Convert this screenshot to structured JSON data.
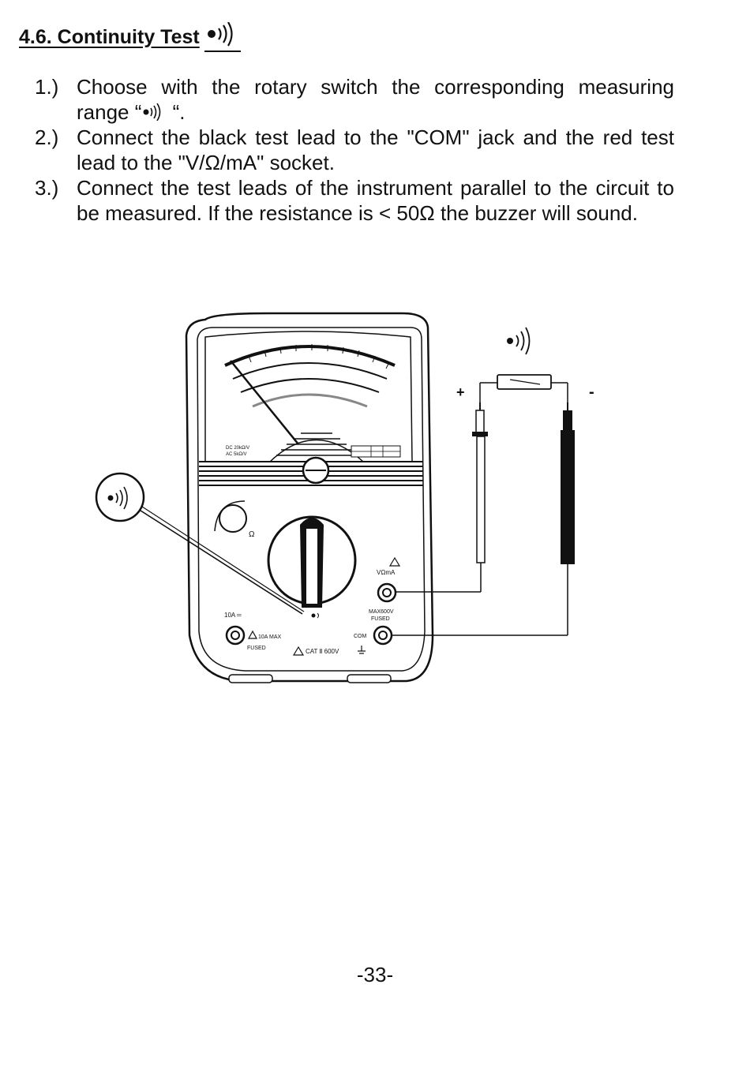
{
  "heading": {
    "title": "4.6. Continuity Test",
    "icon": "buzzer-icon"
  },
  "steps": [
    {
      "num": "1.)",
      "before": "Choose with the rotary switch the corresponding measuring range “",
      "after": " “."
    },
    {
      "num": "2.)",
      "text": "Connect the black test lead to the \"COM\" jack and the red test lead to the \"V/Ω/mA\" socket."
    },
    {
      "num": "3.)",
      "text": "Connect the test leads of the instrument parallel to the circuit to be measured. If the resistance is < 50Ω the buzzer will sound."
    }
  ],
  "figure": {
    "labels": {
      "plus": "+",
      "minus": "-",
      "v_ohm_ma": "VΩmA",
      "max600v": "MAX600V",
      "fused": "FUSED",
      "com": "COM",
      "ten_a": "10A ═",
      "ten_a_max": "10A MAX",
      "fused_small": "FUSED",
      "cat": "CAT Ⅱ 600V",
      "ohm": "Ω",
      "dc_rating": "DC 20kΩ/V",
      "ac_rating": "AC 5kΩ/V"
    }
  },
  "page_number": "-33-"
}
